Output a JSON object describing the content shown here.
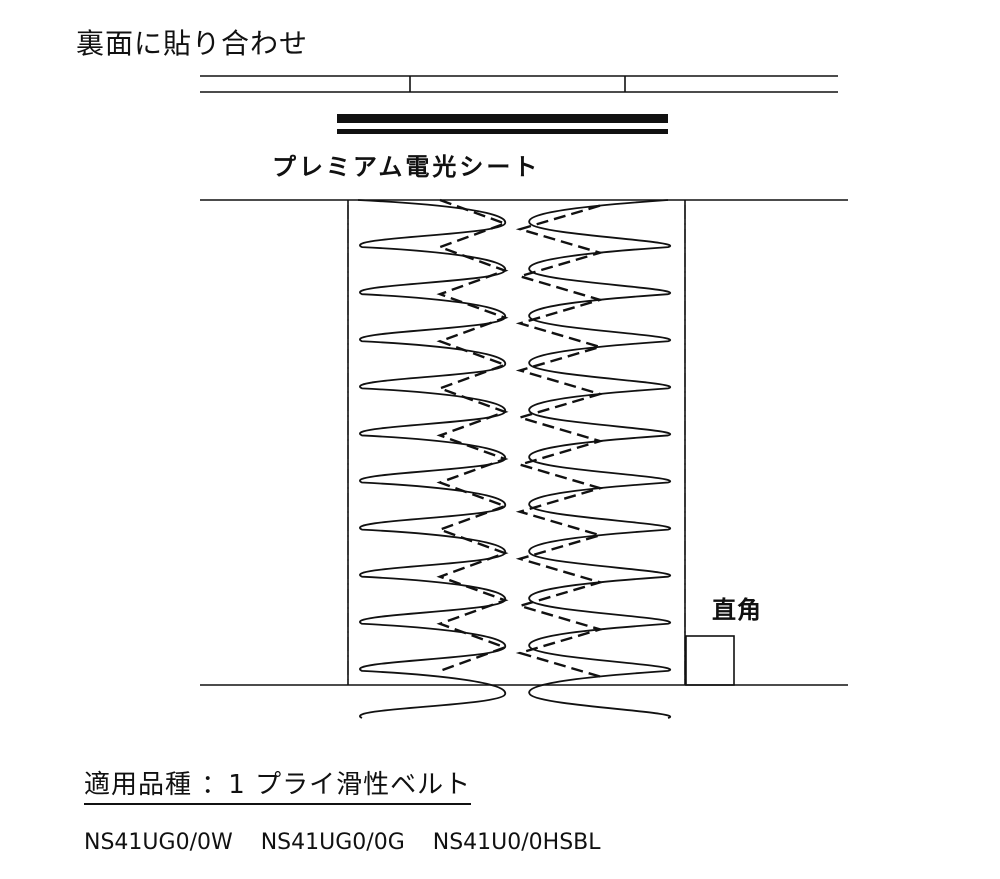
{
  "title": "裏面に貼り合わせ",
  "sheet_label": "プレミアム電光シート",
  "angle_label": "直角",
  "applicable_types": "適用品種 ：1 プライ滑性ベルト",
  "products": [
    "NS41UG0/0W",
    "NS41UG0/0G",
    "NS41U0/0HSBL"
  ],
  "colors": {
    "line": "#111111",
    "background": "#ffffff"
  }
}
